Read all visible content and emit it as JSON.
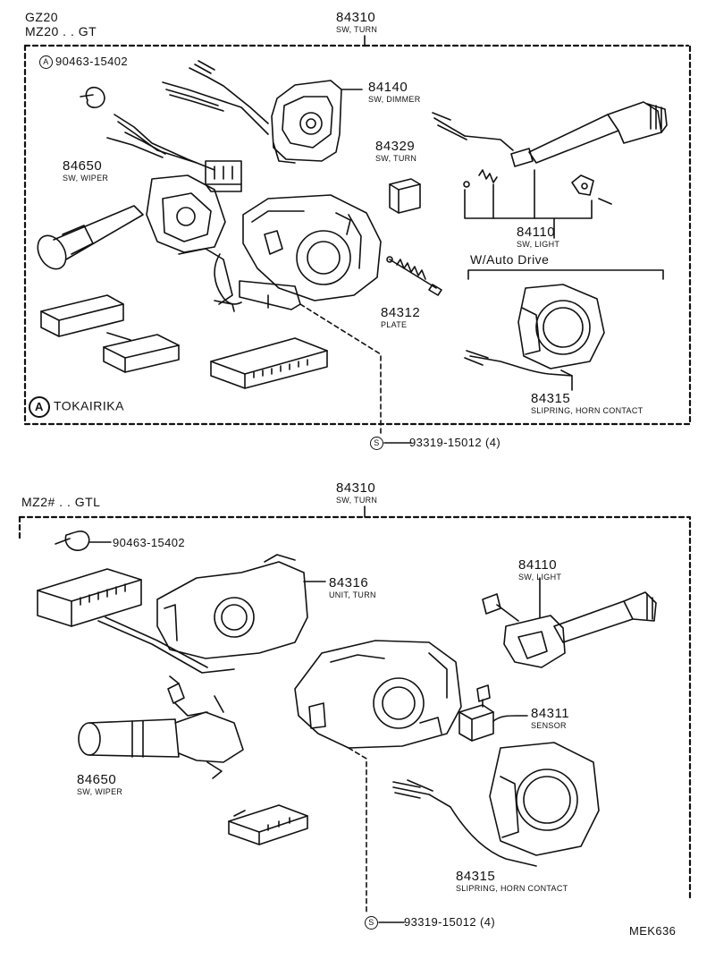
{
  "top": {
    "model_line1": "GZ20",
    "model_line2": "MZ20 . . GT",
    "assembly_num": "84310",
    "assembly_name": "SW, TURN",
    "clip_num": "90463-15402",
    "clip_marker": "A",
    "dimmer_num": "84140",
    "dimmer_name": "SW, DIMMER",
    "turn_num": "84329",
    "turn_name": "SW, TURN",
    "wiper_num": "84650",
    "wiper_name": "SW, WIPER",
    "light_num": "84110",
    "light_name": "SW, LIGHT",
    "auto_drive": "W/Auto Drive",
    "plate_num": "84312",
    "plate_name": "PLATE",
    "slip_num": "84315",
    "slip_name": "SLIPRING, HORN CONTACT",
    "maker_marker": "A",
    "maker": "TOKAIRIKA",
    "screw_marker": "S",
    "screw": "93319-15012 (4)"
  },
  "bottom": {
    "model_line": "MZ2# . . GTL",
    "assembly_num": "84310",
    "assembly_name": "SW, TURN",
    "clip_num": "90463-15402",
    "unit_num": "84316",
    "unit_name": "UNIT, TURN",
    "light_num": "84110",
    "light_name": "SW, LIGHT",
    "sensor_num": "84311",
    "sensor_name": "SENSOR",
    "wiper_num": "84650",
    "wiper_name": "SW, WIPER",
    "slip_num": "84315",
    "slip_name": "SLIPRING, HORN CONTACT",
    "screw_marker": "S",
    "screw": "93319-15012 (4)"
  },
  "figure_code": "MEK636"
}
